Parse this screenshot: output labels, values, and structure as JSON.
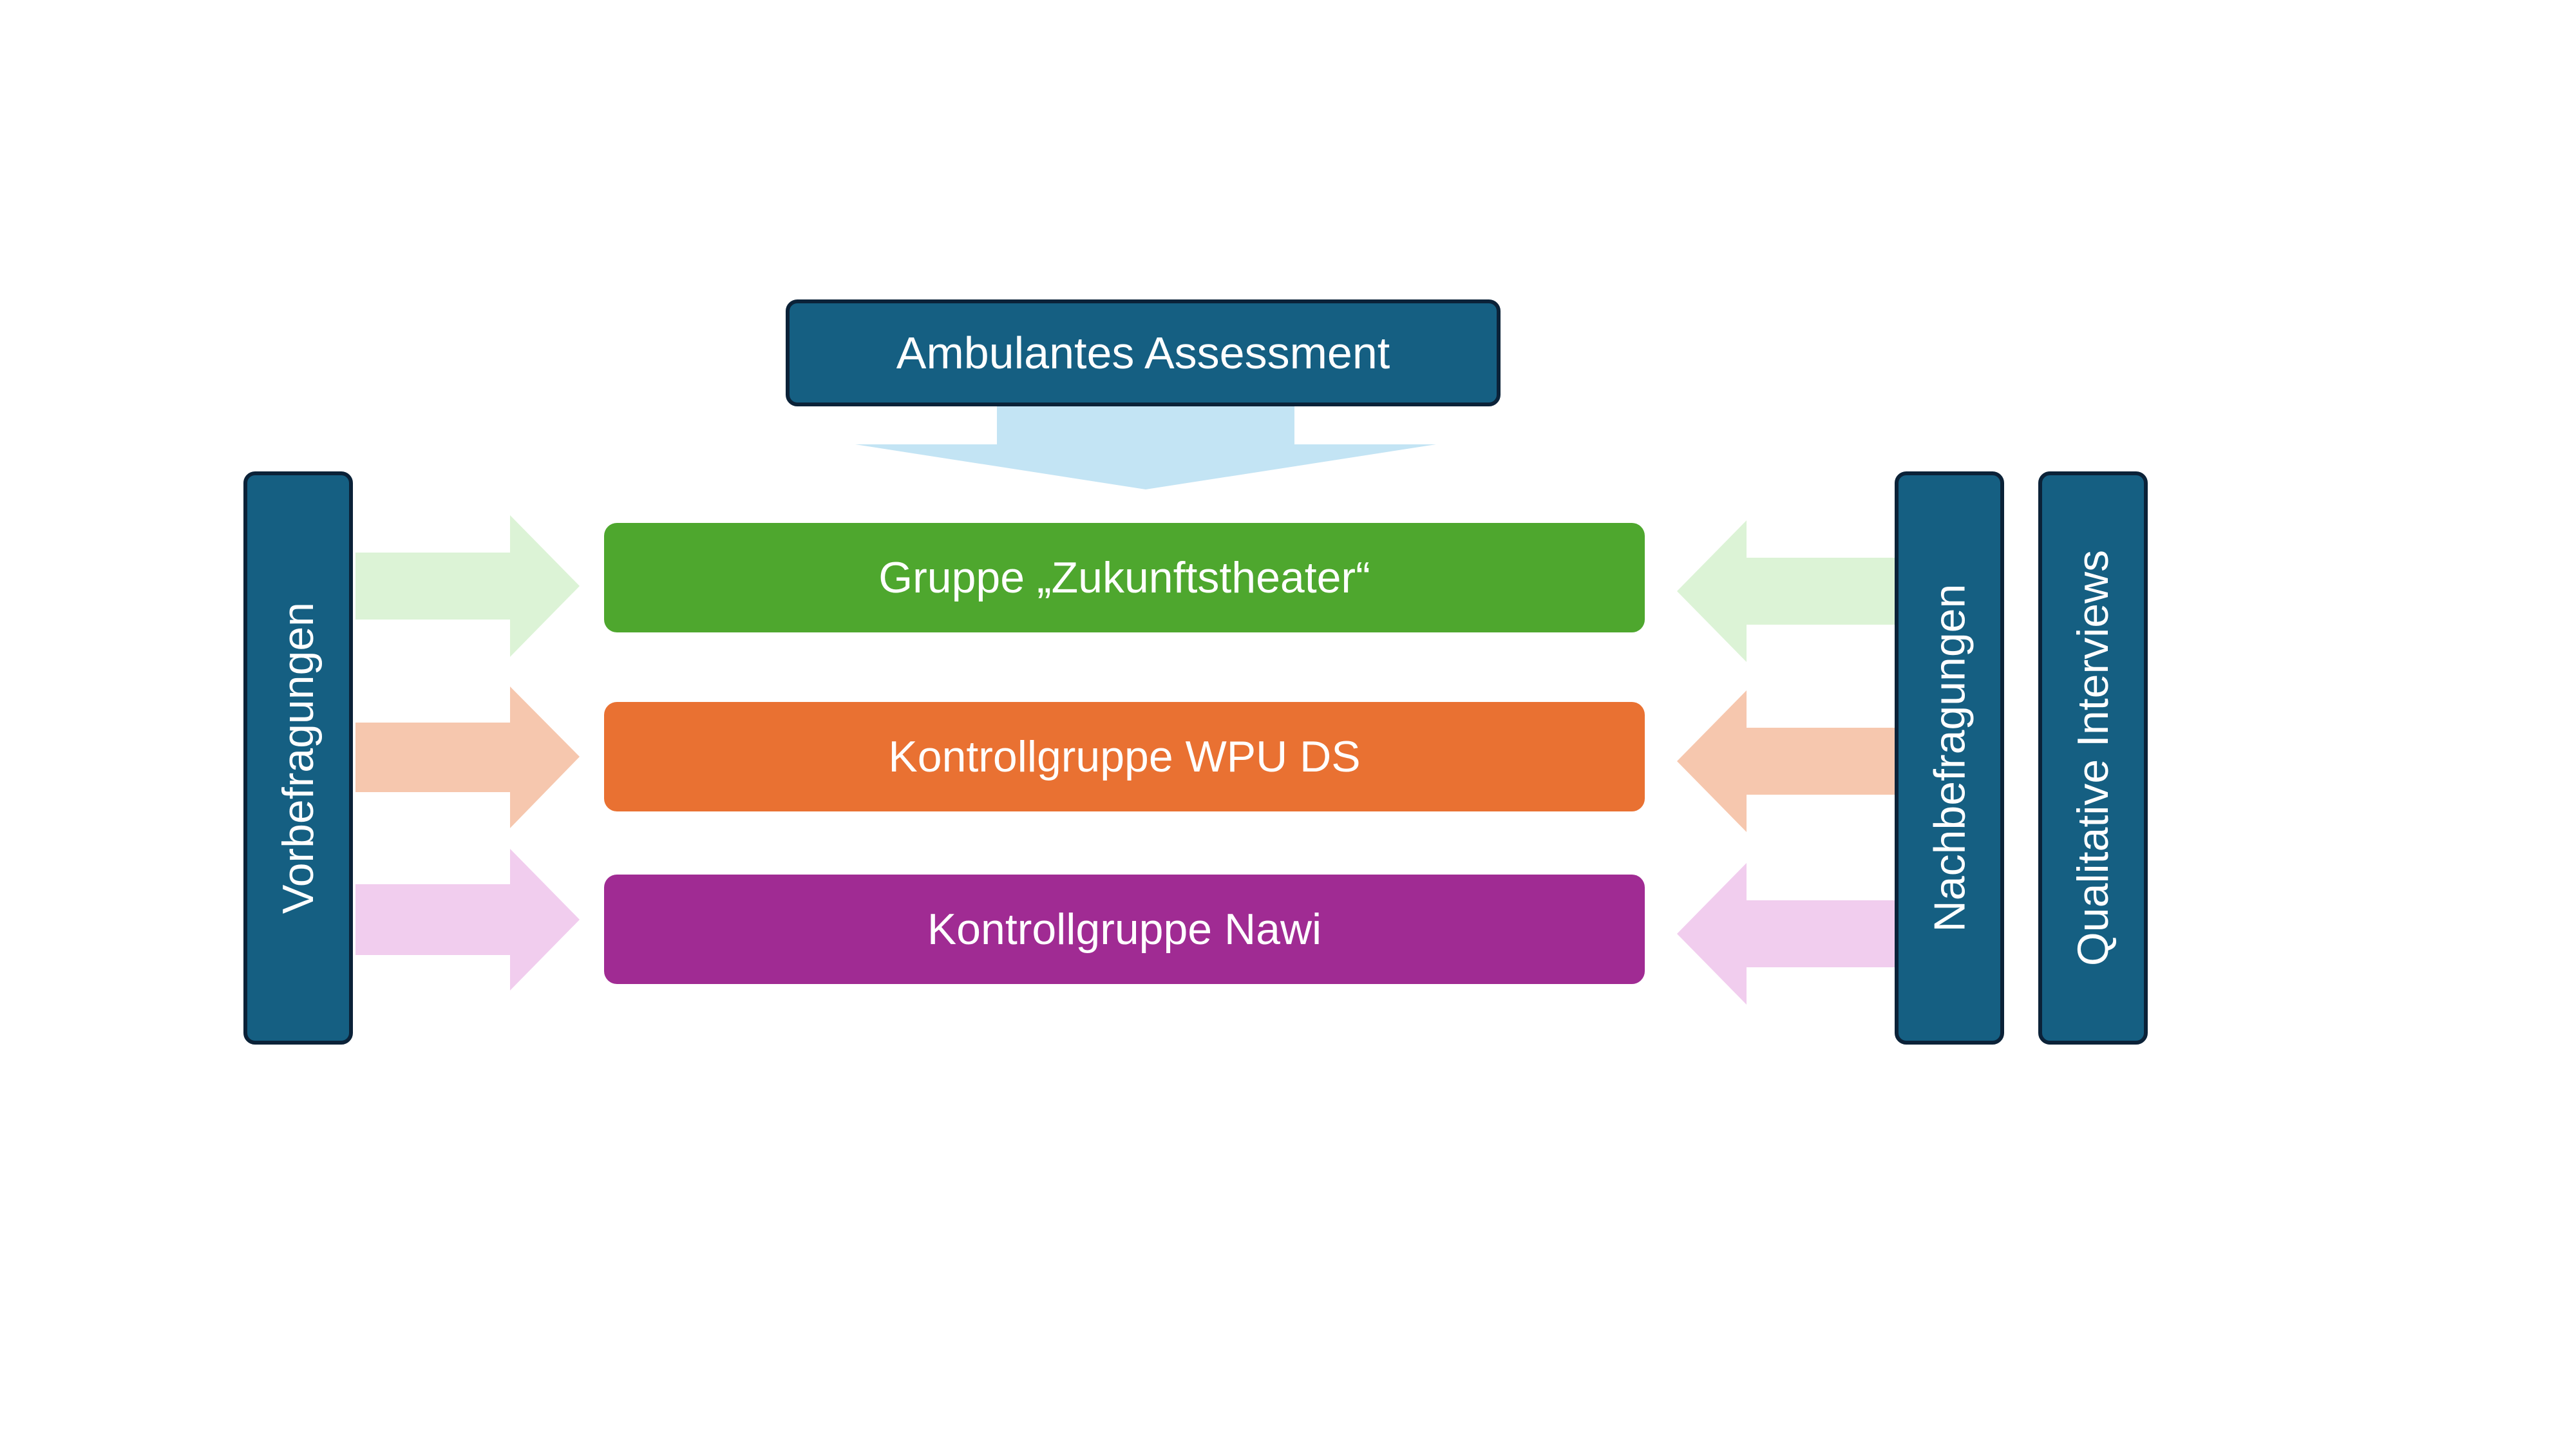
{
  "assessment": {
    "label": "Ambulantes Assessment"
  },
  "pre_survey": {
    "label": "Vorbefragungen"
  },
  "post_survey": {
    "label": "Nachbefragungen"
  },
  "interviews": {
    "label": "Qualitative Interviews"
  },
  "groups": [
    {
      "label": "Gruppe „Zukunftstheater“",
      "color": "#4ea72e",
      "arrow_color": "#dcf3d6"
    },
    {
      "label": "Kontrollgruppe WPU DS",
      "color": "#e97132",
      "arrow_color": "#f6c7ae"
    },
    {
      "label": "Kontrollgruppe Nawi",
      "color": "#a02b93",
      "arrow_color": "#f1cdee"
    }
  ],
  "colors": {
    "box_fill": "#155f82",
    "box_border": "#0b2238",
    "down_arrow": "#c3e4f4",
    "text": "#ffffff"
  }
}
